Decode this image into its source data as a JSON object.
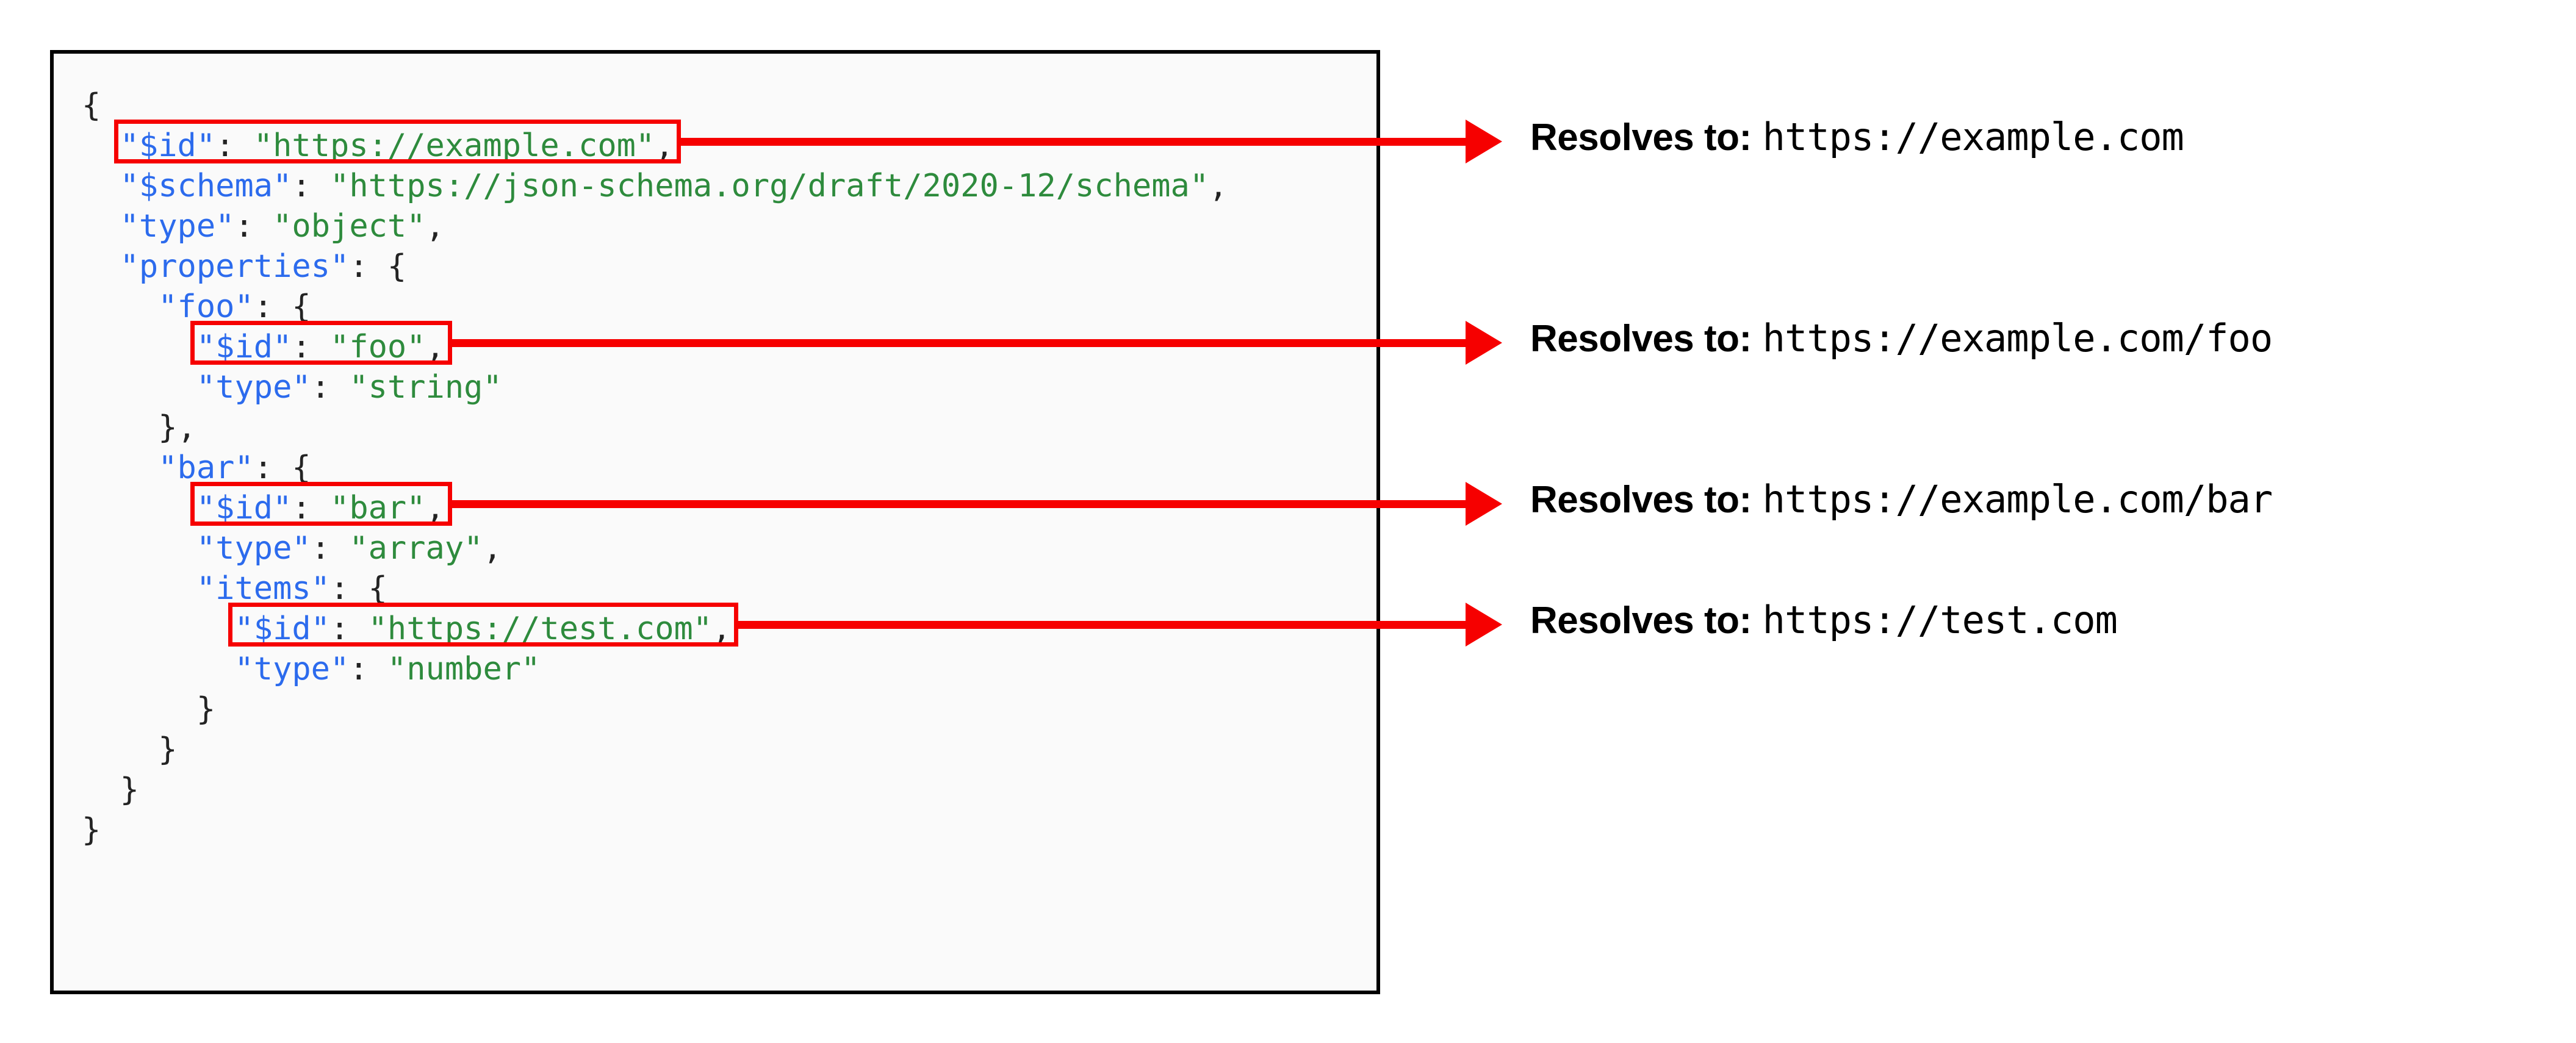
{
  "code_panel": {
    "language": "json",
    "lines": [
      {
        "indent": 0,
        "tokens": [
          {
            "t": "{",
            "c": "p"
          }
        ]
      },
      {
        "indent": 1,
        "tokens": [
          {
            "t": "\"$id\"",
            "c": "k"
          },
          {
            "t": ": ",
            "c": "p"
          },
          {
            "t": "\"https://example.com\"",
            "c": "s"
          },
          {
            "t": ",",
            "c": "p"
          }
        ]
      },
      {
        "indent": 1,
        "tokens": [
          {
            "t": "\"$schema\"",
            "c": "k"
          },
          {
            "t": ": ",
            "c": "p"
          },
          {
            "t": "\"https://json-schema.org/draft/2020-12/schema\"",
            "c": "s"
          },
          {
            "t": ",",
            "c": "p"
          }
        ]
      },
      {
        "indent": 1,
        "tokens": [
          {
            "t": "\"type\"",
            "c": "k"
          },
          {
            "t": ": ",
            "c": "p"
          },
          {
            "t": "\"object\"",
            "c": "s"
          },
          {
            "t": ",",
            "c": "p"
          }
        ]
      },
      {
        "indent": 1,
        "tokens": [
          {
            "t": "\"properties\"",
            "c": "k"
          },
          {
            "t": ": {",
            "c": "p"
          }
        ]
      },
      {
        "indent": 2,
        "tokens": [
          {
            "t": "\"foo\"",
            "c": "k"
          },
          {
            "t": ": {",
            "c": "p"
          }
        ]
      },
      {
        "indent": 3,
        "tokens": [
          {
            "t": "\"$id\"",
            "c": "k"
          },
          {
            "t": ": ",
            "c": "p"
          },
          {
            "t": "\"foo\"",
            "c": "s"
          },
          {
            "t": ",",
            "c": "p"
          }
        ]
      },
      {
        "indent": 3,
        "tokens": [
          {
            "t": "\"type\"",
            "c": "k"
          },
          {
            "t": ": ",
            "c": "p"
          },
          {
            "t": "\"string\"",
            "c": "s"
          }
        ]
      },
      {
        "indent": 2,
        "tokens": [
          {
            "t": "},",
            "c": "p"
          }
        ]
      },
      {
        "indent": 2,
        "tokens": [
          {
            "t": "\"bar\"",
            "c": "k"
          },
          {
            "t": ": {",
            "c": "p"
          }
        ]
      },
      {
        "indent": 3,
        "tokens": [
          {
            "t": "\"$id\"",
            "c": "k"
          },
          {
            "t": ": ",
            "c": "p"
          },
          {
            "t": "\"bar\"",
            "c": "s"
          },
          {
            "t": ",",
            "c": "p"
          }
        ]
      },
      {
        "indent": 3,
        "tokens": [
          {
            "t": "\"type\"",
            "c": "k"
          },
          {
            "t": ": ",
            "c": "p"
          },
          {
            "t": "\"array\"",
            "c": "s"
          },
          {
            "t": ",",
            "c": "p"
          }
        ]
      },
      {
        "indent": 3,
        "tokens": [
          {
            "t": "\"items\"",
            "c": "k"
          },
          {
            "t": ": {",
            "c": "p"
          }
        ]
      },
      {
        "indent": 4,
        "tokens": [
          {
            "t": "\"$id\"",
            "c": "k"
          },
          {
            "t": ": ",
            "c": "p"
          },
          {
            "t": "\"https://test.com\"",
            "c": "s"
          },
          {
            "t": ",",
            "c": "p"
          }
        ]
      },
      {
        "indent": 4,
        "tokens": [
          {
            "t": "\"type\"",
            "c": "k"
          },
          {
            "t": ": ",
            "c": "p"
          },
          {
            "t": "\"number\"",
            "c": "s"
          }
        ]
      },
      {
        "indent": 3,
        "tokens": [
          {
            "t": "}",
            "c": "p"
          }
        ]
      },
      {
        "indent": 2,
        "tokens": [
          {
            "t": "}",
            "c": "p"
          }
        ]
      },
      {
        "indent": 1,
        "tokens": [
          {
            "t": "}",
            "c": "p"
          }
        ]
      },
      {
        "indent": 0,
        "tokens": [
          {
            "t": "}",
            "c": "p"
          }
        ]
      }
    ]
  },
  "highlights": [
    {
      "id": "highlight-id-root",
      "line": 1,
      "label": "\"$id\": \"https://example.com\","
    },
    {
      "id": "highlight-id-foo",
      "line": 6,
      "label": "\"$id\": \"foo\","
    },
    {
      "id": "highlight-id-bar",
      "line": 10,
      "label": "\"$id\": \"bar\","
    },
    {
      "id": "highlight-id-items",
      "line": 13,
      "label": "\"$id\": \"https://test.com\","
    }
  ],
  "annotations": [
    {
      "label": "Resolves to:",
      "url": "https://example.com"
    },
    {
      "label": "Resolves to:",
      "url": "https://example.com/foo"
    },
    {
      "label": "Resolves to:",
      "url": "https://example.com/bar"
    },
    {
      "label": "Resolves to:",
      "url": "https://test.com"
    }
  ],
  "colors": {
    "highlight": "#f60000",
    "arrow": "#f60000",
    "json_key": "#2c6bed",
    "json_string": "#2e8b3d",
    "panel_border": "#000000",
    "panel_background": "#fafafa",
    "page_background": "#ffffff",
    "text": "#000000"
  }
}
